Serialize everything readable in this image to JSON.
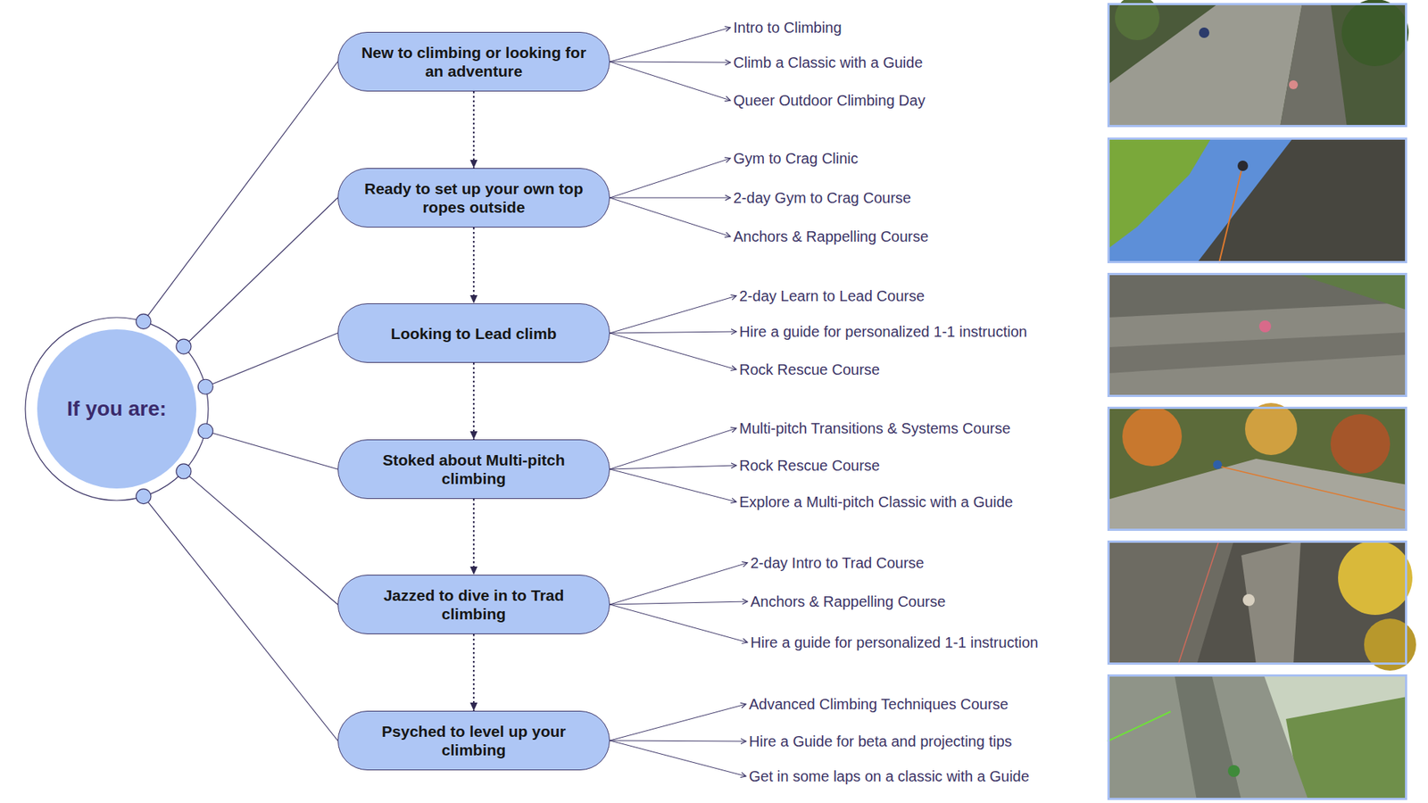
{
  "diagram": {
    "nodes": [
      {
        "text": [
          "If you are:"
        ]
      },
      {
        "text": [
          "New to climbing or looking for an adventure"
        ]
      },
      {
        "text": [
          "Ready to set up your own top ropes outside"
        ]
      },
      {
        "text": [
          "Looking to Lead climb"
        ]
      },
      {
        "text": [
          "Stoked about Multi-pitch climbing"
        ]
      },
      {
        "text": [
          "Jazzed to dive in to Trad climbing"
        ]
      },
      {
        "text": [
          "Psyched to level up your climbing"
        ]
      }
    ],
    "edges": [
      {
        "from": 0,
        "to": 1,
        "arrow": "none"
      },
      {
        "from": 0,
        "to": 2,
        "arrow": "none"
      },
      {
        "from": 0,
        "to": 3,
        "arrow": "none"
      },
      {
        "from": 0,
        "to": 4,
        "arrow": "none"
      },
      {
        "from": 0,
        "to": 5,
        "arrow": "none"
      },
      {
        "from": 0,
        "to": 6,
        "arrow": "none"
      },
      {
        "from": 1,
        "to": 2,
        "arrow": "to"
      },
      {
        "from": 2,
        "to": 3,
        "arrow": "to"
      },
      {
        "from": 3,
        "to": 4,
        "arrow": "to"
      },
      {
        "from": 4,
        "to": 5,
        "arrow": "to"
      },
      {
        "from": 5,
        "to": 6,
        "arrow": "to"
      }
    ],
    "labels": [
      "Intro to Climbing",
      "Climb a Classic with a Guide",
      "Queer Outdoor Climbing Day",
      "Gym to Crag Clinic",
      "2-day Gym to Crag Course",
      "Anchors & Rappelling Course",
      "2-day Learn to Lead Course",
      "Hire a guide for personalized 1-1 instruction",
      "Rock Rescue Course",
      "Multi-pitch Transitions & Systems Course",
      "Rock Rescue Course",
      "Explore a Multi-pitch Classic with a Guide",
      "2-day Intro to Trad Course",
      "Anchors & Rappelling Course",
      "Hire a guide for personalized 1-1 instruction",
      "Advanced Climbing Techniques Course",
      "Hire a Guide for beta and projecting tips",
      "Get in some laps on a classic with a Guide"
    ]
  }
}
